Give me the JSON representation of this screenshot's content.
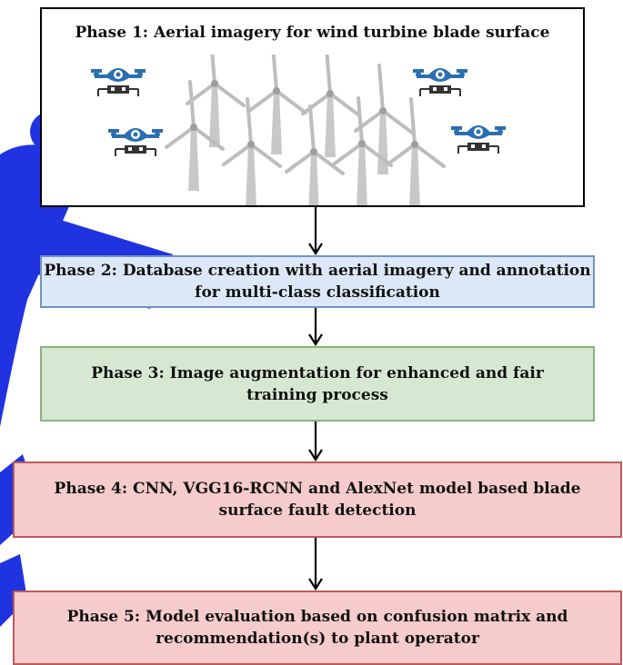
{
  "phases": [
    {
      "label": "Phase 1: Aerial imagery for wind turbine blade surface"
    },
    {
      "label": "Phase 2: Database creation with aerial imagery and annotation for multi-class classification"
    },
    {
      "label": "Phase 3: Image augmentation for enhanced and fair training process"
    },
    {
      "label": "Phase 4: CNN, VGG16-RCNN and AlexNet model based blade surface fault detection"
    },
    {
      "label": "Phase 5: Model evaluation based on confusion matrix and recommendation(s) to plant operator"
    }
  ],
  "illustration": {
    "drone_icon": "drone-icon",
    "turbine_icon": "wind-turbine-icon",
    "drone_color": "#2b6fb0",
    "turbine_color": "#c4c4c4"
  },
  "colors": {
    "watermark": "#1f33e0",
    "arrow": "#000000"
  }
}
